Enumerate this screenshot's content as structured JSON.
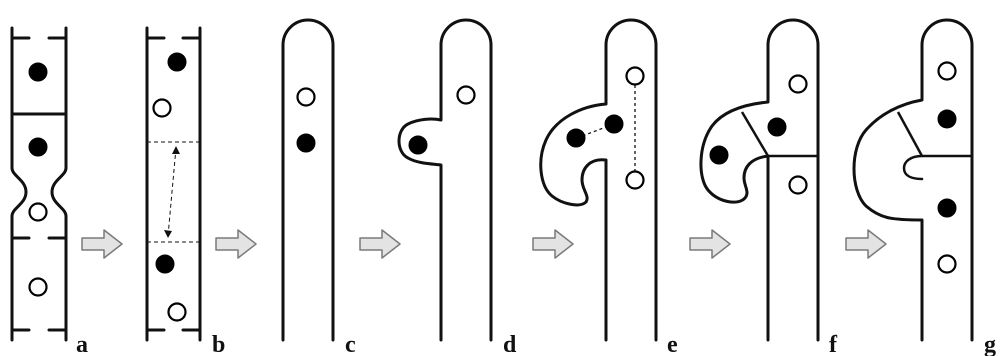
{
  "figure": {
    "panels": [
      {
        "id": "a",
        "label": "a"
      },
      {
        "id": "b",
        "label": "b"
      },
      {
        "id": "c",
        "label": "c"
      },
      {
        "id": "d",
        "label": "d"
      },
      {
        "id": "e",
        "label": "e"
      },
      {
        "id": "f",
        "label": "f"
      },
      {
        "id": "g",
        "label": "g"
      }
    ],
    "colors": {
      "stroke": "#111111",
      "nucleus_filled": "#000000",
      "nucleus_open": "#ffffff",
      "arrow_fill": "#e3e3e3",
      "arrow_stroke": "#7a7a7a"
    },
    "icons": {
      "arrow": "right-arrow-icon",
      "nucleus_filled": "filled-nucleus-icon",
      "nucleus_open": "open-nucleus-icon"
    }
  }
}
